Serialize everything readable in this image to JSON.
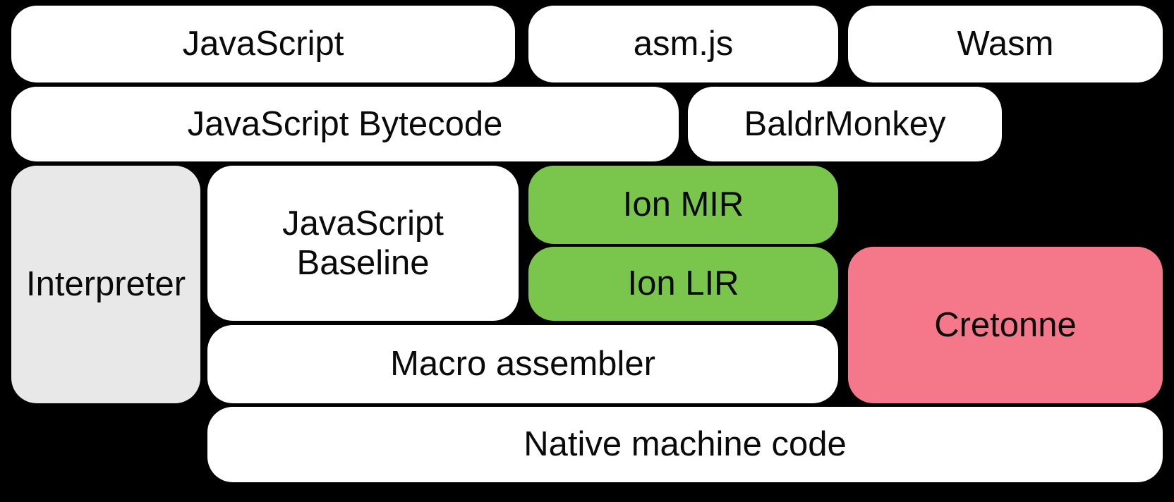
{
  "diagram": {
    "description": "Compiler pipeline diagram on black background with rounded rectangle nodes",
    "colors": {
      "background": "#000000",
      "box_white": "#ffffff",
      "box_gray": "#e8e8e8",
      "box_green": "#7ac54b",
      "box_pink": "#f47889",
      "text": "#0a0a0a"
    },
    "nodes": [
      {
        "id": "javascript",
        "label": "JavaScript",
        "color": "white"
      },
      {
        "id": "asmjs",
        "label": "asm.js",
        "color": "white"
      },
      {
        "id": "wasm",
        "label": "Wasm",
        "color": "white"
      },
      {
        "id": "javascript-bytecode",
        "label": "JavaScript Bytecode",
        "color": "white"
      },
      {
        "id": "baldrmonkey",
        "label": "BaldrMonkey",
        "color": "white"
      },
      {
        "id": "interpreter",
        "label": "Interpreter",
        "color": "gray"
      },
      {
        "id": "javascript-baseline",
        "label": "JavaScript Baseline",
        "color": "white"
      },
      {
        "id": "ion-mir",
        "label": "Ion MIR",
        "color": "green"
      },
      {
        "id": "ion-lir",
        "label": "Ion LIR",
        "color": "green"
      },
      {
        "id": "cretonne",
        "label": "Cretonne",
        "color": "pink"
      },
      {
        "id": "macro-assembler",
        "label": "Macro assembler",
        "color": "white"
      },
      {
        "id": "native-machine-code",
        "label": "Native machine code",
        "color": "white"
      }
    ]
  }
}
